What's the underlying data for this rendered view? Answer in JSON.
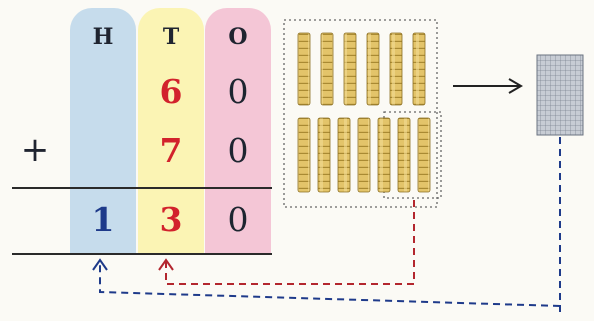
{
  "place_values": {
    "headers": {
      "hundreds": "H",
      "tens": "T",
      "ones": "O"
    },
    "addend1": {
      "tens": "6",
      "ones": "0"
    },
    "addend2": {
      "tens": "7",
      "ones": "0"
    },
    "result": {
      "hundreds": "1",
      "tens": "3",
      "ones": "0"
    },
    "operator": "+"
  },
  "blocks": {
    "ten_rods_first_addend": 6,
    "ten_rods_second_addend": 7,
    "hundred_flats": 1
  },
  "colors": {
    "hundreds_column": "#c6dcec",
    "tens_column": "#fbf4b4",
    "ones_column": "#f4c6d6",
    "tens_digit": "#d2222c",
    "hundreds_digit": "#1e3a8a",
    "tens_carry_arrow": "#b3262e",
    "hundreds_carry_arrow": "#1e3a8a"
  }
}
